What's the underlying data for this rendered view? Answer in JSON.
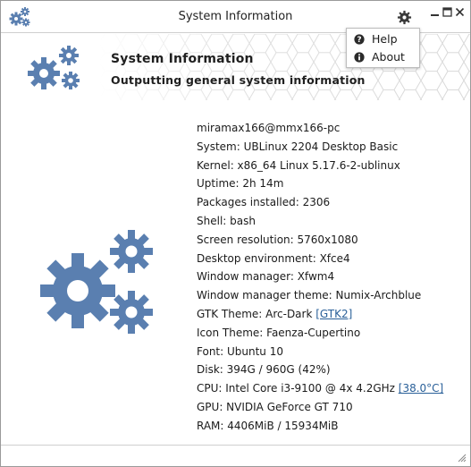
{
  "window": {
    "title": "System Information"
  },
  "header": {
    "title": "System Information",
    "subtitle": "Outputting general system information"
  },
  "menu": {
    "help_label": "Help",
    "about_label": "About"
  },
  "info": {
    "user_host": "miramax166@mmx166-pc",
    "system": "System: UBLinux 2204 Desktop Basic",
    "kernel": "Kernel: x86_64 Linux 5.17.6-2-ublinux",
    "uptime": "Uptime: 2h 14m",
    "packages": "Packages installed: 2306",
    "shell": "Shell: bash",
    "resolution": "Screen resolution: 5760x1080",
    "de": "Desktop environment: Xfce4",
    "wm": "Window manager: Xfwm4",
    "wm_theme": "Window manager theme: Numix-Archblue",
    "gtk_theme_prefix": "GTK Theme: Arc-Dark ",
    "gtk_theme_link": "[GTK2]",
    "icon_theme": "Icon Theme: Faenza-Cupertino",
    "font": "Font: Ubuntu 10",
    "disk": "Disk: 394G / 960G (42%)",
    "cpu_prefix": "CPU: Intel Core i3-9100 @ 4x 4.2GHz ",
    "cpu_temp_link": "[38.0°C]",
    "gpu": "GPU: NVIDIA GeForce GT 710",
    "ram": "RAM: 4406MiB / 15934MiB"
  },
  "icons": {
    "app": "gears-icon",
    "settings": "gear-icon",
    "help": "help-circle-icon",
    "about": "info-circle-icon",
    "minimize": "minimize-icon",
    "maximize": "maximize-icon",
    "close": "close-icon",
    "resize": "resize-grip-icon"
  },
  "colors": {
    "gear_blue": "#5a7fb0",
    "link": "#2a6099"
  }
}
